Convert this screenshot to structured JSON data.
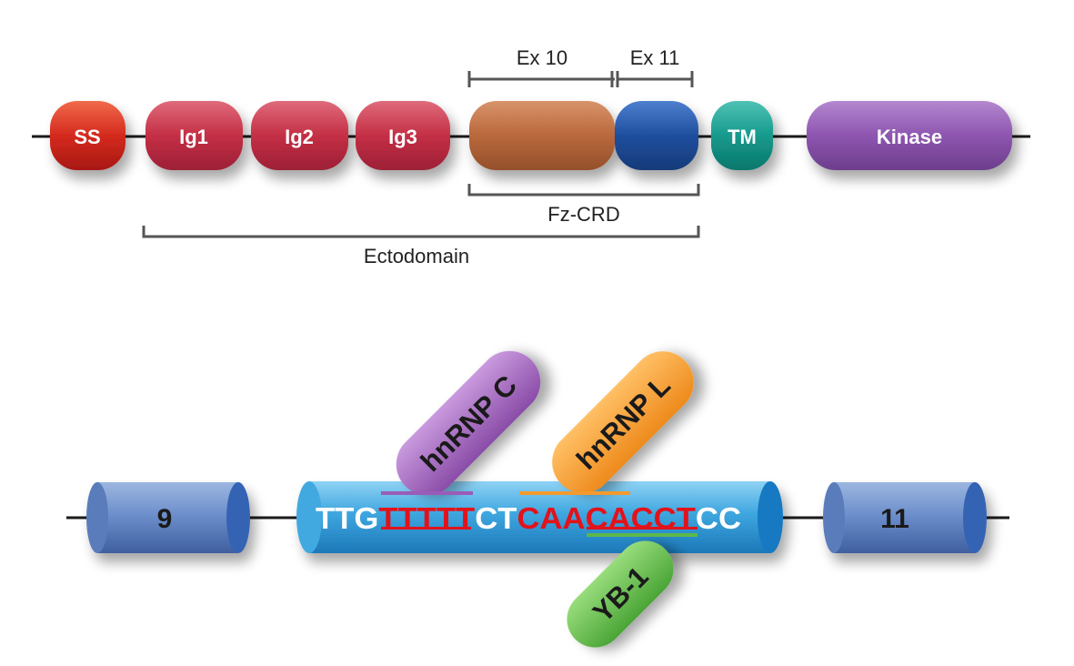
{
  "domains": {
    "ss": "SS",
    "ig1": "Ig1",
    "ig2": "Ig2",
    "ig3": "Ig3",
    "tm": "TM",
    "kinase": "Kinase"
  },
  "brackets": {
    "ex10": "Ex 10",
    "ex11": "Ex 11",
    "fzcrd": "Fz-CRD",
    "ectodomain": "Ectodomain"
  },
  "exons": {
    "left": "9",
    "right": "11"
  },
  "sequence": {
    "seg1": "TTG",
    "seg2": "TTTTT",
    "seg3": "CT",
    "seg4": "CAACACCT",
    "seg5": "CC"
  },
  "proteins": {
    "hnrnpc": "hnRNP C",
    "hnrnpl": "hnRNP L",
    "yb1": "YB-1"
  },
  "colors": {
    "ss": "#d42a1e",
    "ig": "#c42f45",
    "ex10": "#b9683c",
    "ex11": "#1f4f9e",
    "tm": "#159a8c",
    "kinase": "#8e55b0",
    "exon": "#5d80c0",
    "tube": "#3ea6df",
    "seq_white": "#ffffff",
    "seq_red": "#e3121a",
    "hnrnpc": "#9a5cb8",
    "hnrnpl": "#f29a2e",
    "yb1": "#5cb84a"
  }
}
